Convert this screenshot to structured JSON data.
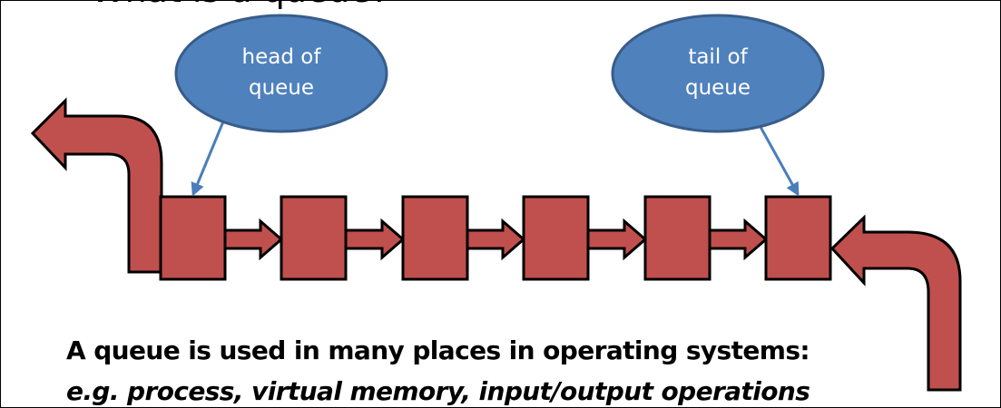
{
  "title": "What is a queue?",
  "bubbles": {
    "head": {
      "line1": "head of",
      "line2": "queue"
    },
    "tail": {
      "line1": "tail of",
      "line2": "queue"
    }
  },
  "caption": {
    "line1": "A queue is used in many places in operating systems:",
    "line2": "e.g. process, virtual memory, input/output operations"
  },
  "queue_node_count": 6,
  "colors": {
    "node_fill": "#c0504d",
    "bubble_fill": "#4f81bd",
    "bubble_stroke": "#385d8a",
    "pointer_line": "#4a7ebb",
    "outline": "#000000"
  }
}
